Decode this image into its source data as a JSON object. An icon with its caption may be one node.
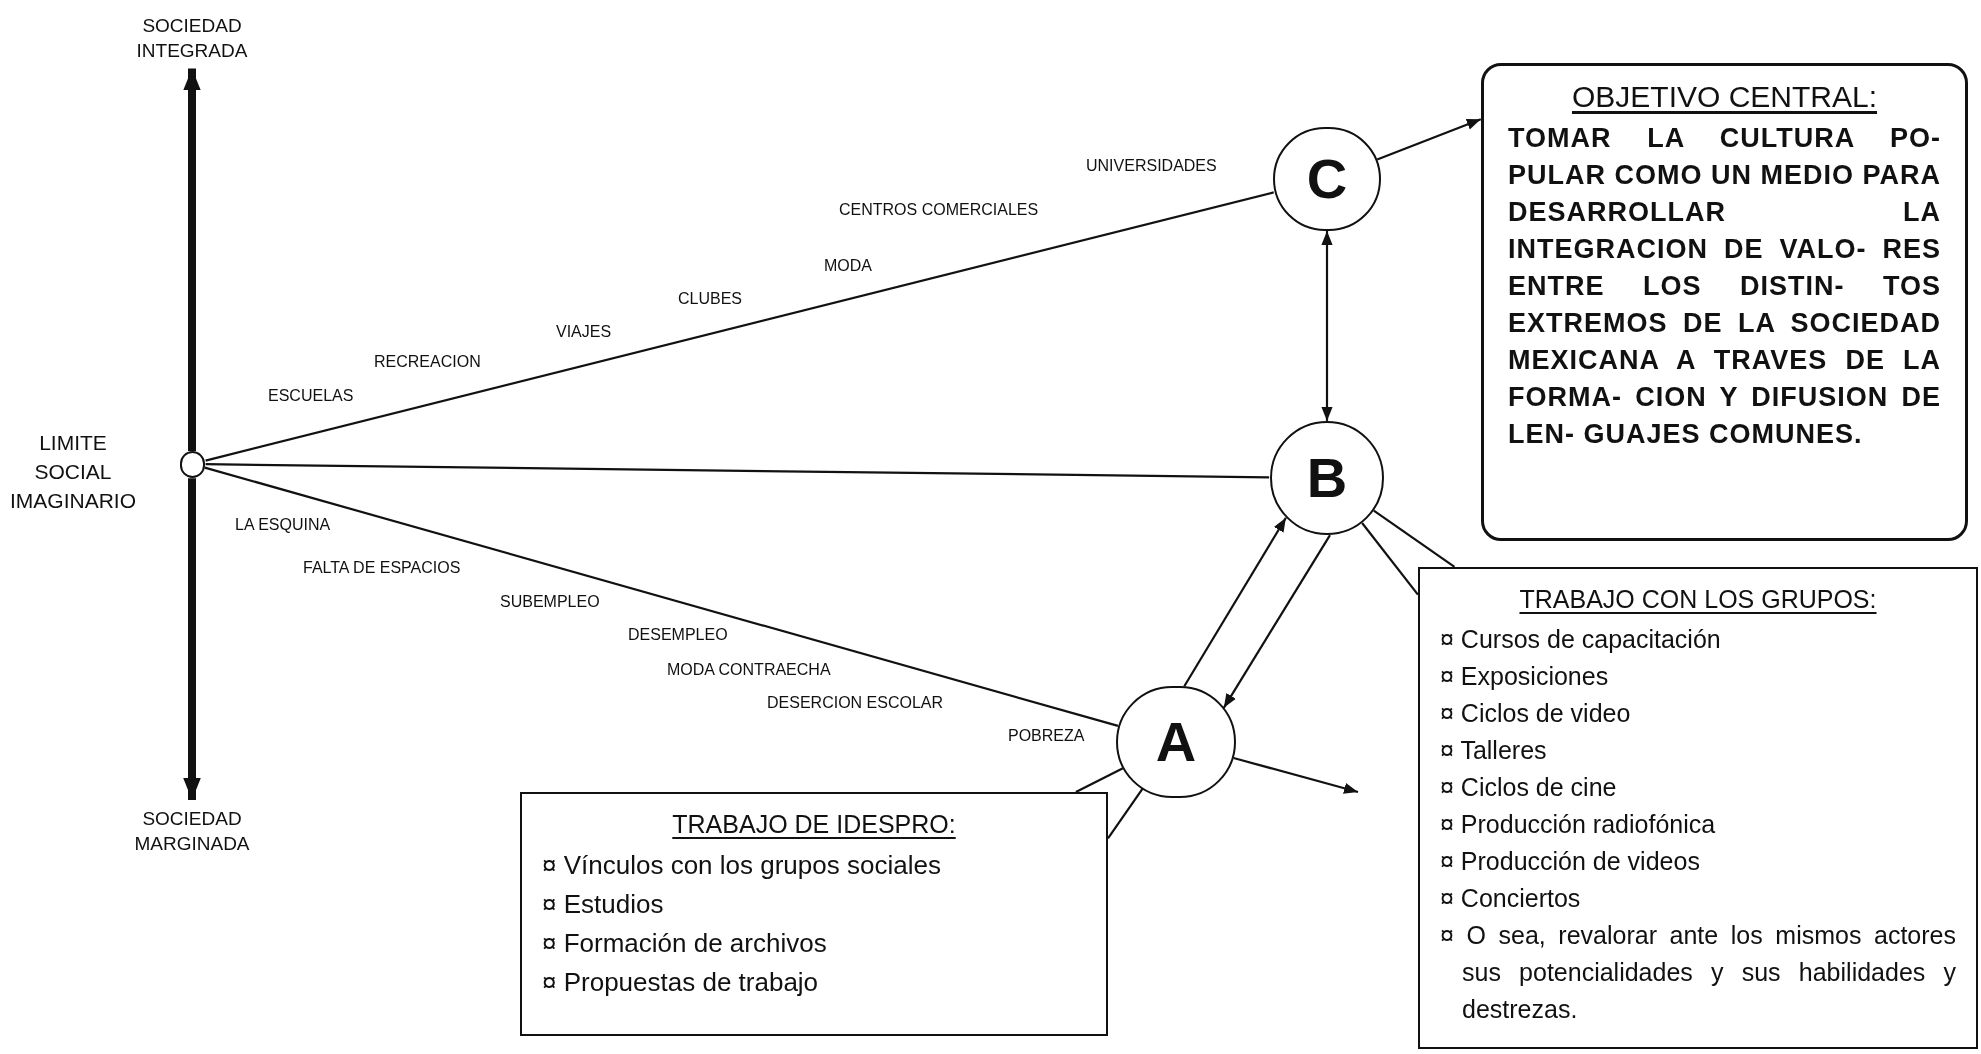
{
  "diagram": {
    "nodes": [
      {
        "text": [
          "SOCIEDAD INTEGRADA"
        ]
      },
      {
        "text": [],
        "shape": "circle",
        "beside": [
          "LIMITE SOCIAL IMAGINARIO"
        ]
      },
      {
        "text": [
          "SOCIEDAD MARGINADA"
        ]
      },
      {
        "text": [
          "C"
        ]
      },
      {
        "text": [
          "OBJETIVO CENTRAL:",
          "TOMAR LA CULTURA PO- PULAR COMO UN MEDIO PARA DESARROLLAR LA INTEGRACION DE VALO- RES ENTRE LOS DISTIN- TOS EXTREMOS DE LA SOCIEDAD MEXICANA A TRAVES DE LA FORMA- CION Y DIFUSION DE LEN- GUAJES COMUNES."
        ]
      },
      {
        "text": [
          "B"
        ]
      },
      {
        "text": [
          "A"
        ]
      },
      {
        "text": [
          "TRABAJO CON LOS GRUPOS:",
          "¤ Cursos de capacitación",
          "¤ Exposiciones",
          "¤ Ciclos de video",
          "¤ Talleres",
          "¤ Ciclos de cine",
          "¤ Producción radiofónica",
          "¤ Producción de videos",
          "¤ Conciertos",
          "¤ O sea, revalorar ante los mismos actores sus potencialidades y sus habilidades y destrezas."
        ]
      },
      {
        "text": [
          "TRABAJO DE IDESPRO:",
          "¤ Vínculos con los grupos sociales",
          "¤ Estudios",
          "¤ Formación de archivos",
          "¤ Propuestas de trabajo"
        ]
      }
    ],
    "edges": [
      {
        "from": 1,
        "to": 0,
        "arrow": "to",
        "style": "thick"
      },
      {
        "from": 1,
        "to": 2,
        "arrow": "to",
        "style": "thick"
      },
      {
        "from": 1,
        "to": 3,
        "arrow": "none"
      },
      {
        "from": 1,
        "to": 5,
        "arrow": "none"
      },
      {
        "from": 1,
        "to": 6,
        "arrow": "none"
      },
      {
        "from": 3,
        "to": 5,
        "arrow": "both"
      },
      {
        "from": 6,
        "to": 5,
        "arrow": "to"
      },
      {
        "from": 5,
        "to": 6,
        "arrow": "to"
      },
      {
        "from": 3,
        "to": 4,
        "arrow": "to"
      },
      {
        "from": 6,
        "to": null,
        "arrow": "to"
      },
      {
        "from": 5,
        "to": 7,
        "arrow": "none"
      },
      {
        "from": 5,
        "to": 7,
        "arrow": "none"
      },
      {
        "from": 6,
        "to": 8,
        "arrow": "none"
      },
      {
        "from": 6,
        "to": 8,
        "arrow": "none"
      }
    ],
    "labels": [
      "UNIVERSIDADES",
      "CENTROS COMERCIALES",
      "MODA",
      "CLUBES",
      "VIAJES",
      "RECREACION",
      "ESCUELAS",
      "LA ESQUINA",
      "FALTA DE ESPACIOS",
      "SUBEMPLEO",
      "DESEMPLEO",
      "MODA CONTRAECHA",
      "DESERCION ESCOLAR",
      "POBREZA"
    ]
  }
}
